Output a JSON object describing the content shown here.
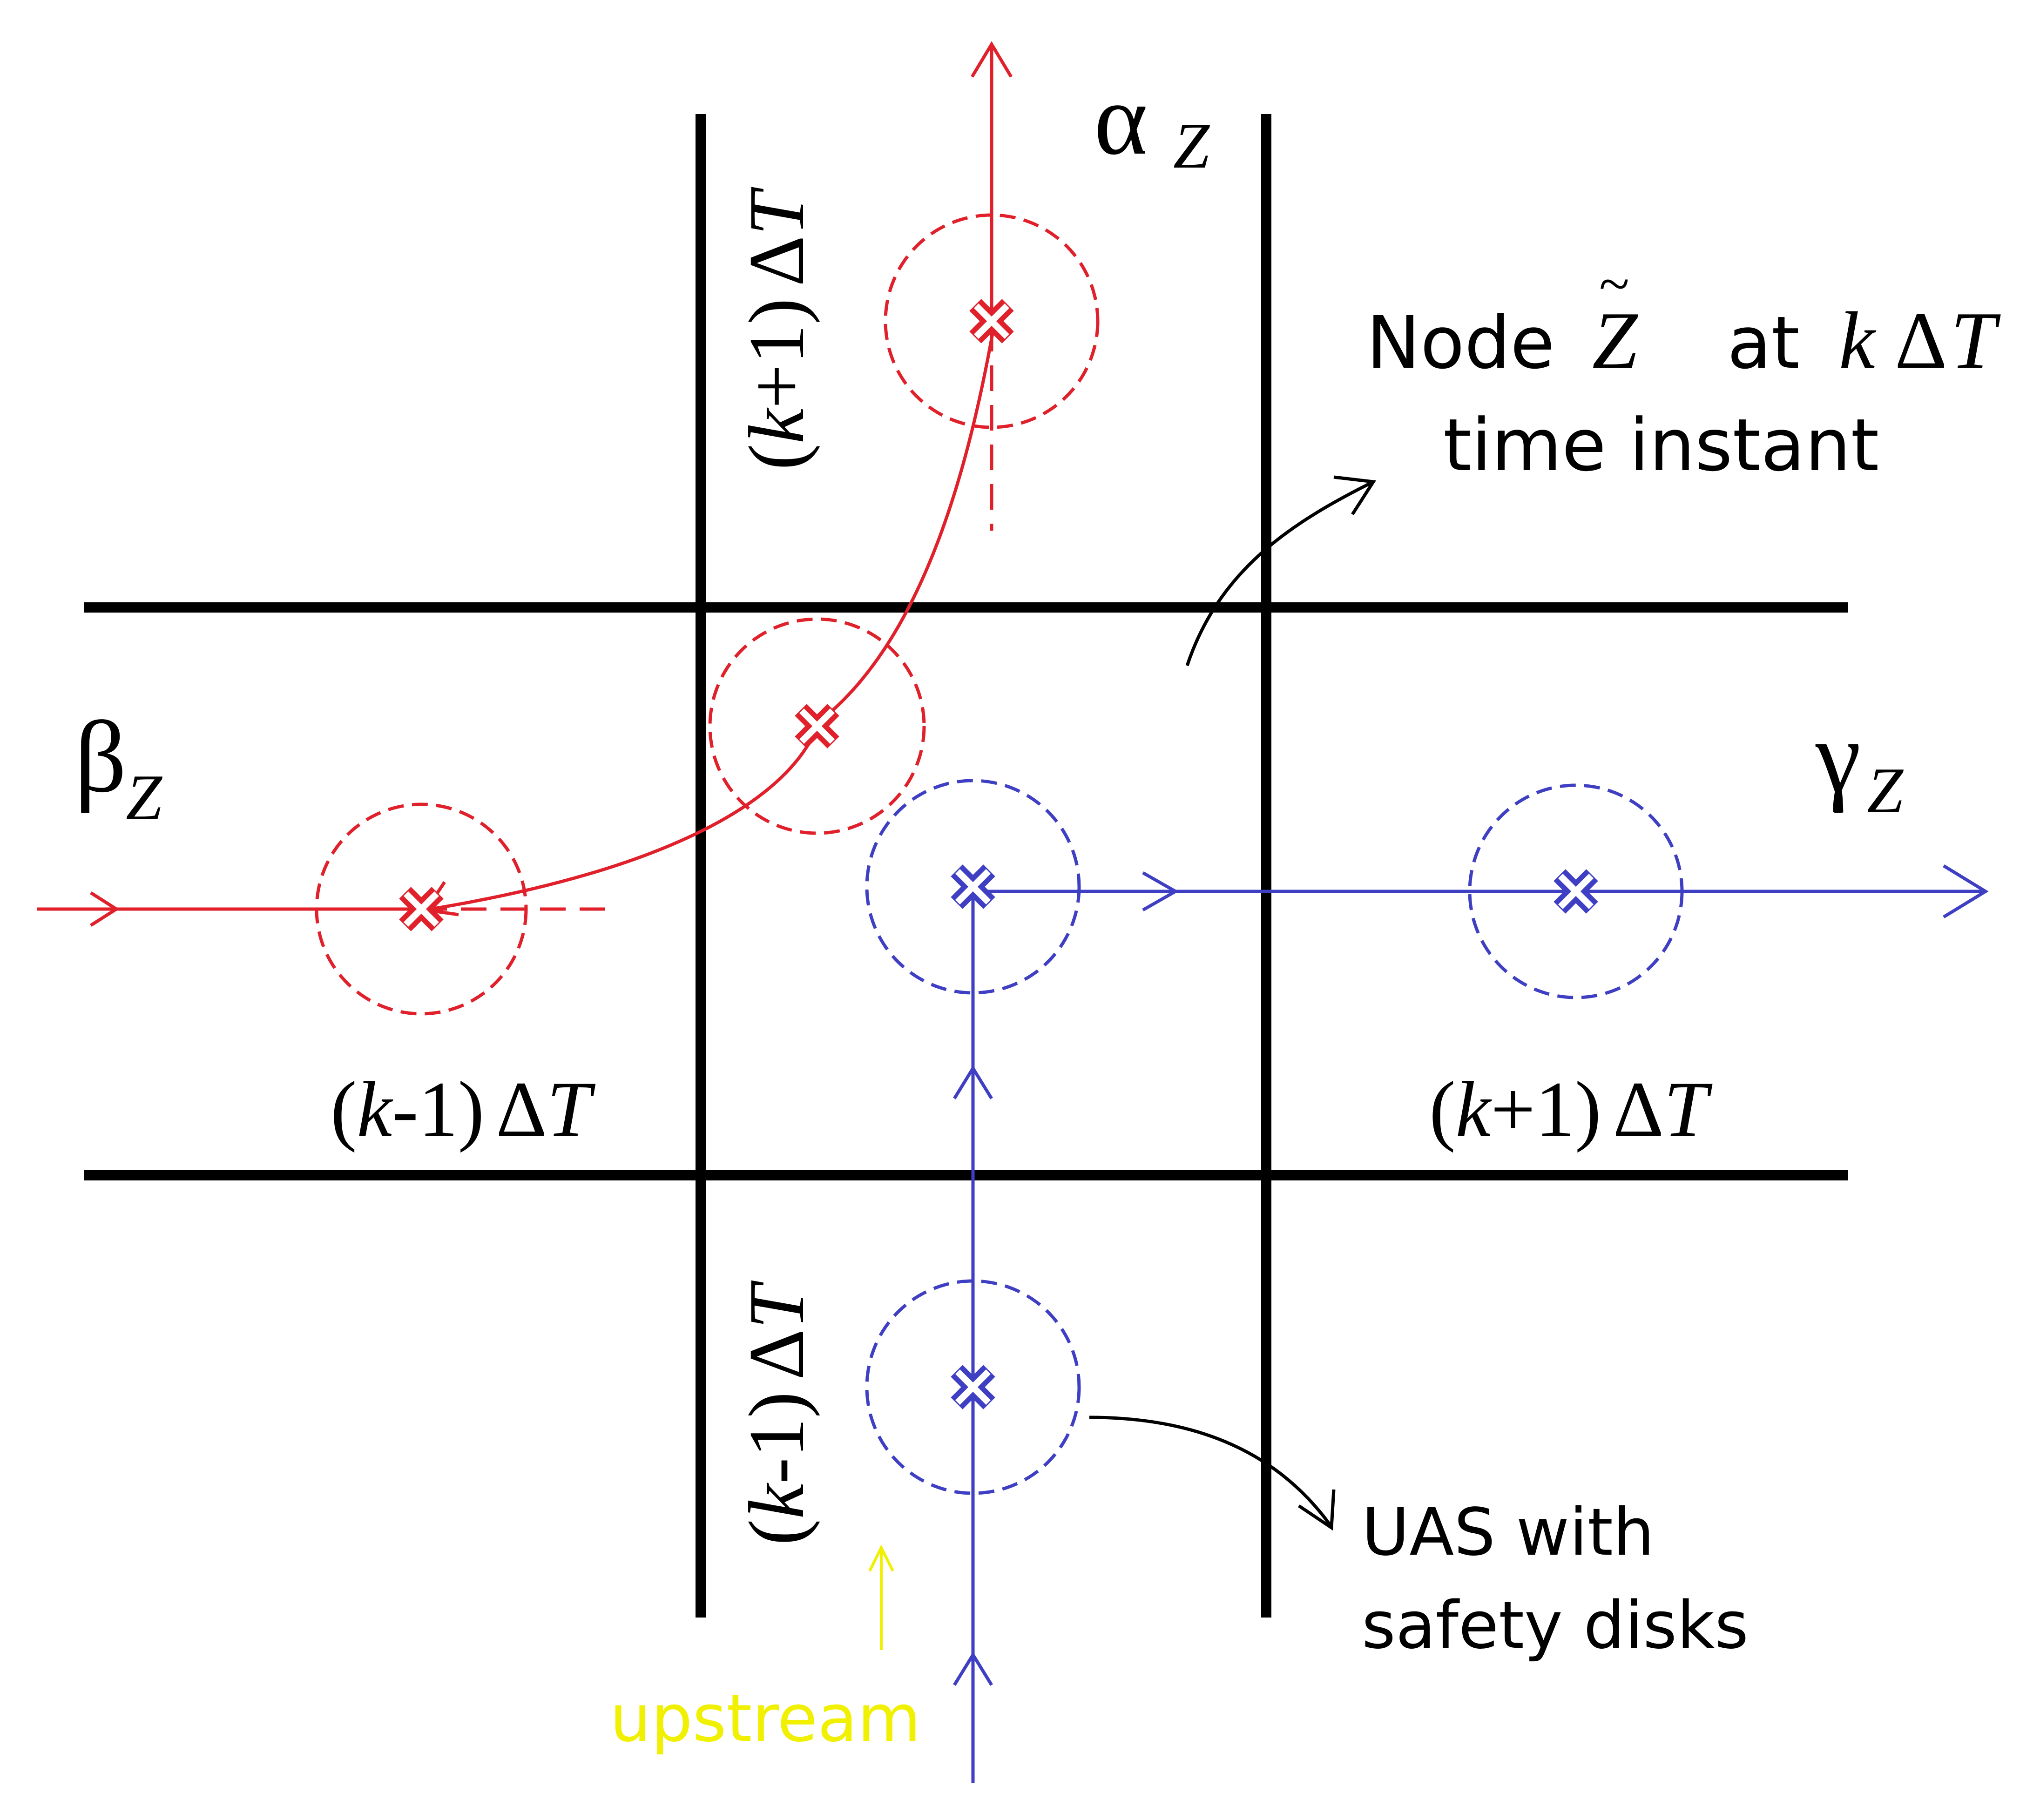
{
  "labels": {
    "alpha_sym": "α",
    "alpha_sub": "Z",
    "beta_sym": "β",
    "beta_sub": "Z",
    "gamma_sym": "γ",
    "gamma_sub": "Z",
    "kp1": "k",
    "plus1": "+1",
    "km1": "k",
    "minus1": "-1",
    "delta": "Δ",
    "T": "T",
    "open_paren": "(",
    "close_paren": ")",
    "node_word": "Node",
    "node_z": "Z",
    "tilde": "~",
    "at_word": "at",
    "node_k": "k",
    "time_instant": "time instant",
    "uas_line1": "UAS with",
    "uas_line2": "safety disks",
    "upstream": "upstream"
  },
  "colors": {
    "red": "#e0202a",
    "blue": "#3f3fc4",
    "black": "#000000",
    "yellow": "#f0f000"
  }
}
